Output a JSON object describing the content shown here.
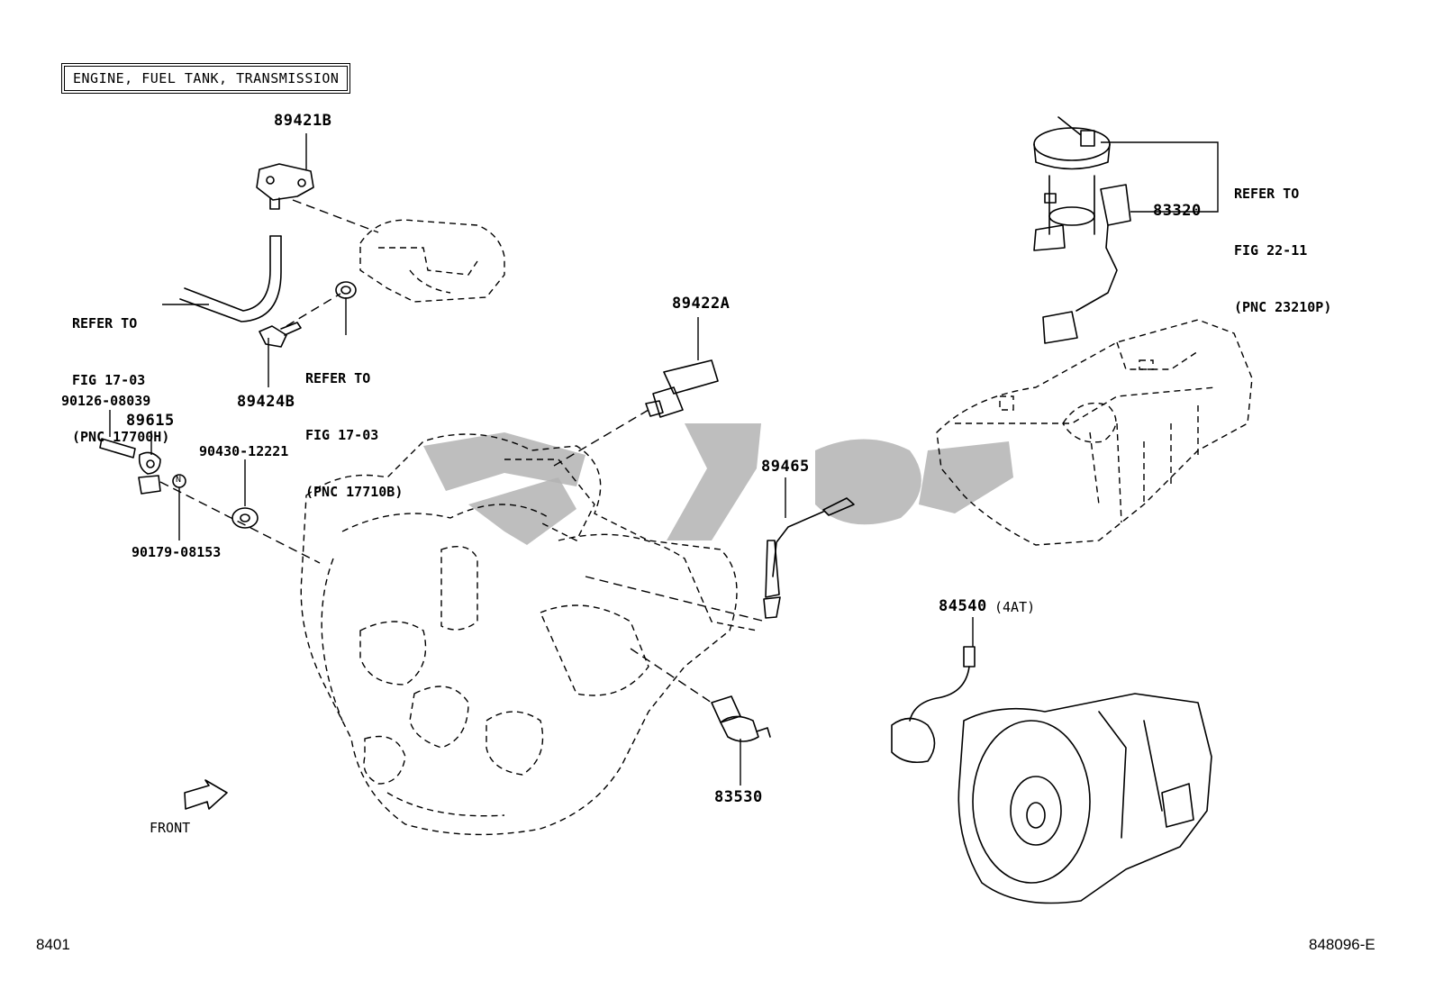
{
  "section_title": "ENGINE, FUEL TANK, TRANSMISSION",
  "parts": {
    "p89421B": "89421B",
    "p89424B": "89424B",
    "p89422A": "89422A",
    "p90126": "90126-08039",
    "p89615": "89615",
    "p90430": "90430-12221",
    "p90179": "90179-08153",
    "p89465": "89465",
    "p83530": "83530",
    "p83320": "83320",
    "p84540": "84540",
    "p84540_note": "(4AT)"
  },
  "refs": {
    "r17700H": [
      "REFER TO",
      "FIG 17-03",
      "(PNC 17700H)"
    ],
    "r17710B": [
      "REFER TO",
      "FIG 17-03",
      "(PNC 17710B)"
    ],
    "r23210P": [
      "REFER TO",
      "FIG 22-11",
      "(PNC 23210P)"
    ]
  },
  "misc": {
    "front_label": "FRONT",
    "n_marker": "N"
  },
  "footer": {
    "left": "8401",
    "right": "848096-E"
  }
}
